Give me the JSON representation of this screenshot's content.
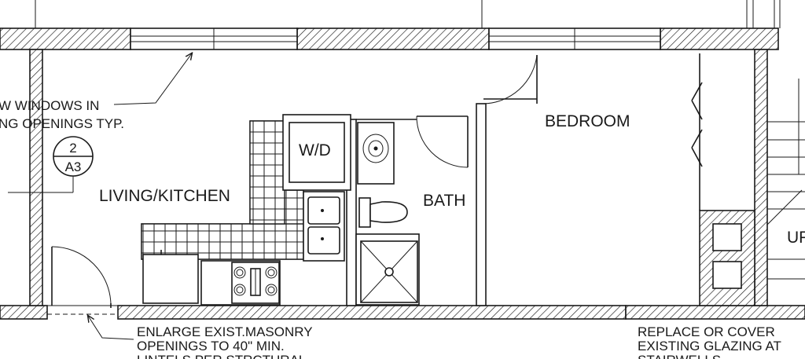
{
  "rooms": {
    "bedroom": "BEDROOM",
    "bath": "BATH",
    "living_kitchen": "LIVING/KITCHEN",
    "washer_dryer": "W/D",
    "stair_up": "UP"
  },
  "notes": {
    "windows_line1": "W WINDOWS IN",
    "windows_line2": "NG OPENINGS TYP.",
    "masonry_line1": "ENLARGE EXIST.MASONRY",
    "masonry_line2": "OPENINGS TO 40\" MIN.",
    "masonry_line3": "LINTELS PER STRCTURAL",
    "glazing_line1": "REPLACE OR COVER",
    "glazing_line2": "EXISTING GLAZING AT",
    "glazing_line3": "STAIRWELLS"
  },
  "section_tag": {
    "number": "2",
    "sheet": "A3"
  }
}
